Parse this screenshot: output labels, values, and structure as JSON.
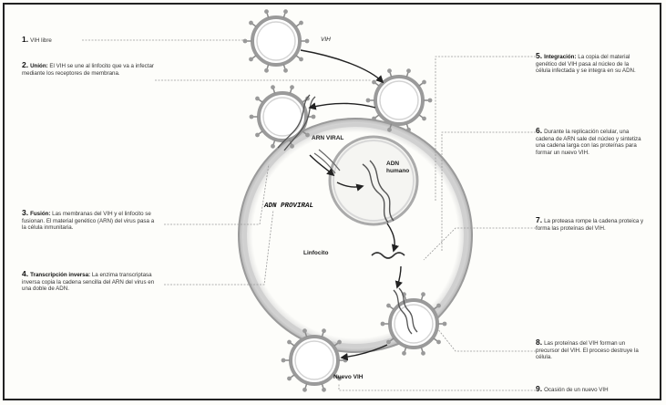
{
  "steps": {
    "s1": {
      "num": "1.",
      "text": "VIH libre"
    },
    "s2": {
      "num": "2.",
      "kw": "Unión:",
      "text": "El VIH se une al linfocito que va a infectar mediante los receptores de membrana."
    },
    "s3": {
      "num": "3.",
      "kw": "Fusión:",
      "text": "Las membranas del VIH y el linfocito se fusionan. El material genético (ARN) del virus pasa a la célula inmunitaria."
    },
    "s4": {
      "num": "4.",
      "kw": "Transcripción inversa:",
      "text": "La enzima transcriptasa inversa copia la cadena sencilla del ARN del virus en una doble de ADN."
    },
    "s5": {
      "num": "5.",
      "kw": "Integración:",
      "text": "La copia del material genético del VIH pasa al núcleo de la célula infectada y se integra en su ADN."
    },
    "s6": {
      "num": "6.",
      "text": "Durante la replicación celular, una cadena de ARN sale del núcleo y sintetiza una cadena larga con las proteínas para formar un nuevo VIH."
    },
    "s7": {
      "num": "7.",
      "text": "La proteasa rompe la cadena proteica y forma las proteínas del VIH."
    },
    "s8": {
      "num": "8.",
      "text": "Las proteínas del VIH forman un precursor del VIH. El proceso destruye la célula."
    },
    "s9": {
      "num": "9.",
      "text": "Ocasión de un nuevo VIH"
    }
  },
  "labels": {
    "vih": "VIH",
    "arn_viral": "ARN VIRAL",
    "adn_humano": "ADN humano",
    "adn_proviral": "ADN PROVIRAL",
    "linfocito": "Linfocito",
    "nuevo_vih": "Nuevo VIH"
  },
  "colors": {
    "membrane": "#cfcfcf",
    "membrane_edge": "#8a8a8a",
    "virus_fill": "#ffffff",
    "virus_edge": "#9a9a9a",
    "arrow": "#222222"
  }
}
